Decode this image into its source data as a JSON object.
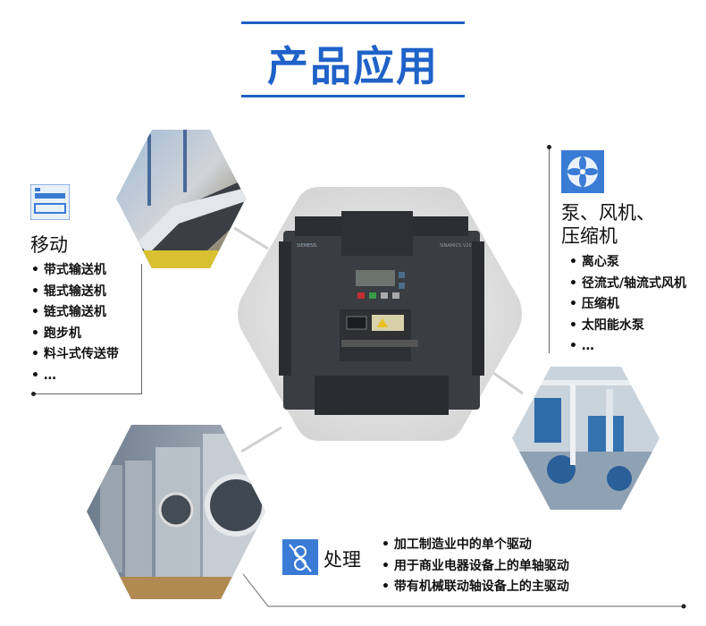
{
  "title": "产品应用",
  "colors": {
    "accent": "#1f62c8",
    "icon_blue": "#3a7bd5",
    "drive_body": "#3a3d42"
  },
  "top_left": {
    "icon": "conveyor-icon",
    "label": "移动",
    "items": [
      "带式输送机",
      "辊式输送机",
      "链式输送机",
      "跑步机",
      "料斗式传送带",
      "…"
    ]
  },
  "top_right": {
    "icon": "fan-icon",
    "label_line1": "泵、风机、",
    "label_line2": "压缩机",
    "items": [
      "离心泵",
      "径流式/轴流式风机",
      "压缩机",
      "太阳能水泵",
      "…"
    ]
  },
  "bottom": {
    "icon": "processing-icon",
    "label": "处理",
    "items": [
      "加工制造业中的单个驱动",
      "用于商业电器设备上的单轴驱动",
      "带有机械联动轴设备上的主驱动"
    ]
  },
  "drive": {
    "brand": "SIEMENS",
    "model": "SINAMICS V20"
  }
}
